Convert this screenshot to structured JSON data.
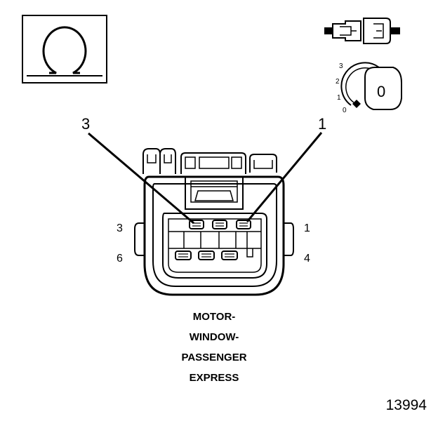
{
  "callouts": {
    "left": "3",
    "right": "1"
  },
  "pin_labels": {
    "top_left": "3",
    "top_right": "1",
    "bottom_left": "6",
    "bottom_right": "4"
  },
  "ignition_positions": [
    "3",
    "2",
    "1",
    "0"
  ],
  "key_label": "0",
  "caption_lines": [
    "MOTOR-",
    "WINDOW-",
    "PASSENGER",
    "EXPRESS"
  ],
  "figure_number": "13994",
  "icons": {
    "resistance": "ohm-icon",
    "connector": "connector-icon",
    "ignition": "ignition-key-icon"
  }
}
